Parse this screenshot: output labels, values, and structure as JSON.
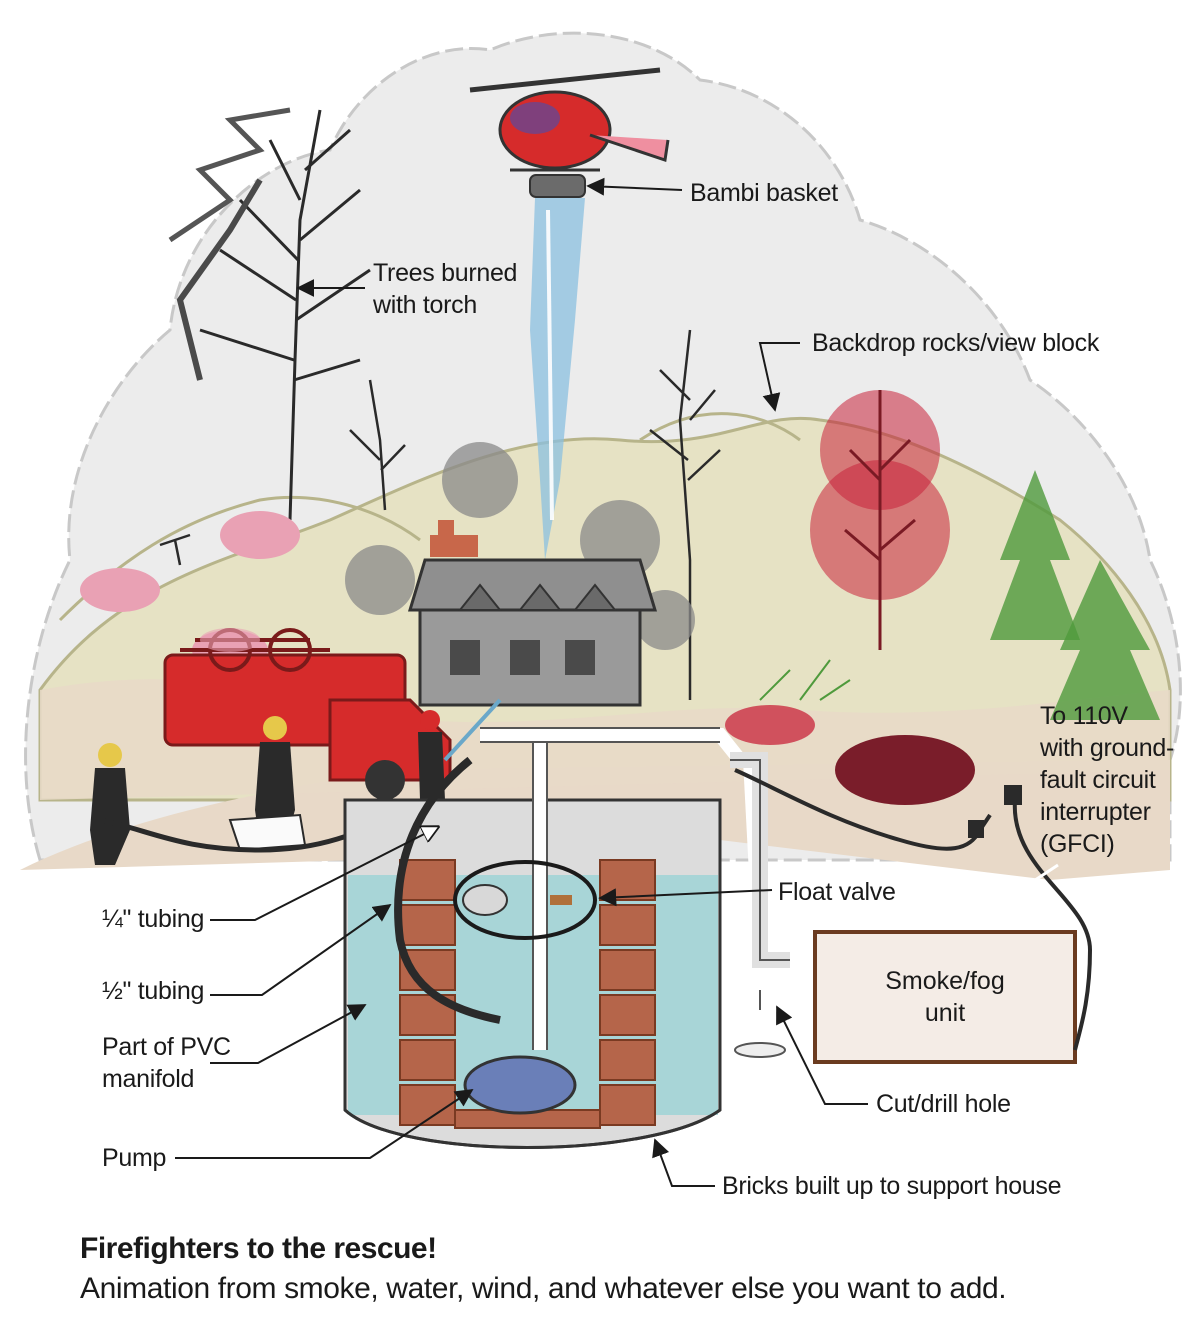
{
  "labels": {
    "bambi_basket": "Bambi basket",
    "trees_burned_1": "Trees burned",
    "trees_burned_2": "with torch",
    "backdrop_rocks": "Backdrop rocks/view block",
    "power_1": "To 110V",
    "power_2": "with ground-",
    "power_3": "fault circuit",
    "power_4": "interrupter",
    "power_5": "(GFCI)",
    "float_valve": "Float valve",
    "quarter_tubing": "¼\" tubing",
    "half_tubing": "½\" tubing",
    "pvc_1": "Part of PVC",
    "pvc_2": "manifold",
    "smoke_fog_1": "Smoke/fog",
    "smoke_fog_2": "unit",
    "cut_drill": "Cut/drill hole",
    "pump": "Pump",
    "bricks": "Bricks built up to support house"
  },
  "caption": {
    "title": "Firefighters to the rescue!",
    "subtitle": "Animation from smoke, water, wind, and whatever else you want to add."
  },
  "colors": {
    "smoke": "#ececec",
    "hill": "#e6e2c4",
    "ground": "#e8d9c8",
    "brick": "#b5654a",
    "water": "#9fd3d6",
    "fire_truck": "#d62b2b",
    "foliage_red": "#c8233a",
    "evergreen": "#4f9a3c"
  }
}
